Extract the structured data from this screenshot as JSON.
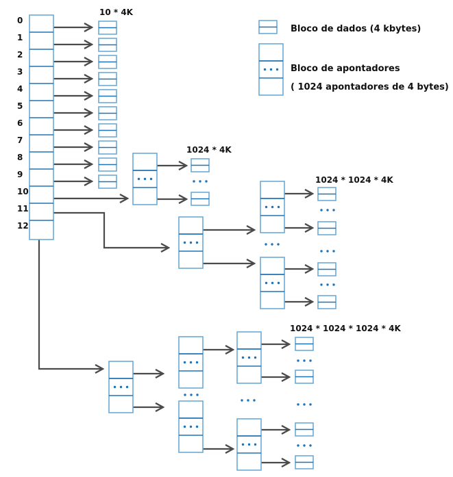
{
  "colors": {
    "block_border": "#6aaad6",
    "block_divider": "#1f73b7",
    "arrow": "#4a4a4a",
    "dots": "#1f73b7",
    "text": "#111111"
  },
  "inode": {
    "entries": [
      "0",
      "1",
      "2",
      "3",
      "4",
      "5",
      "6",
      "7",
      "8",
      "9",
      "10",
      "11",
      "12"
    ]
  },
  "labels": {
    "direct": "10 * 4K",
    "single_indirect": "1024 * 4K",
    "double_indirect": "1024 * 1024 * 4K",
    "triple_indirect": "1024 * 1024 * 1024 * 4K"
  },
  "legend": {
    "data_block": "Bloco de dados (4 kbytes)",
    "pointer_block_line1": "Bloco de apontadores",
    "pointer_block_line2": "( 1024 apontadores de 4 bytes)",
    "ellipsis": "• • •"
  }
}
